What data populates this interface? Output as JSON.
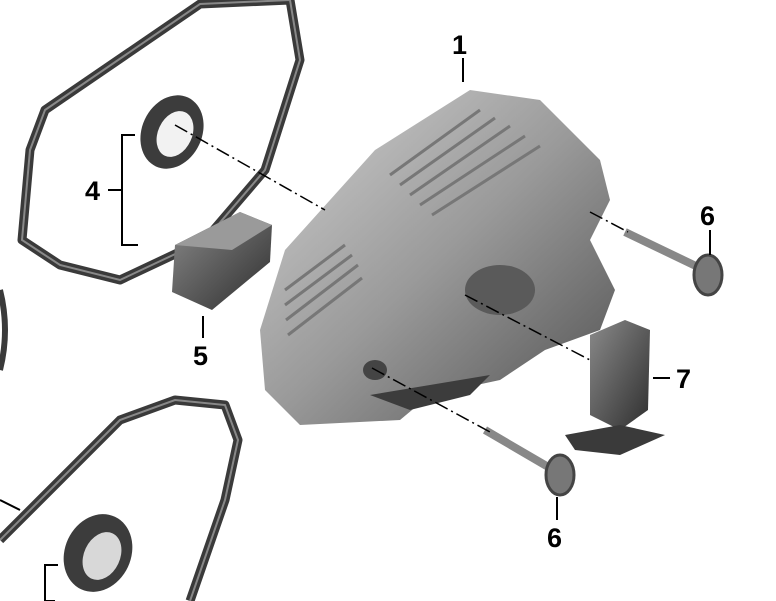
{
  "diagram": {
    "callouts": {
      "cover": "1",
      "gasket_seal": "4",
      "block": "5",
      "bolt_upper": "6",
      "bolt_lower": "6",
      "bracket": "7"
    },
    "colors": {
      "part_light": "#b4b4b4",
      "part_dark": "#4a4a4a",
      "gasket": "#3a3a3a"
    }
  }
}
